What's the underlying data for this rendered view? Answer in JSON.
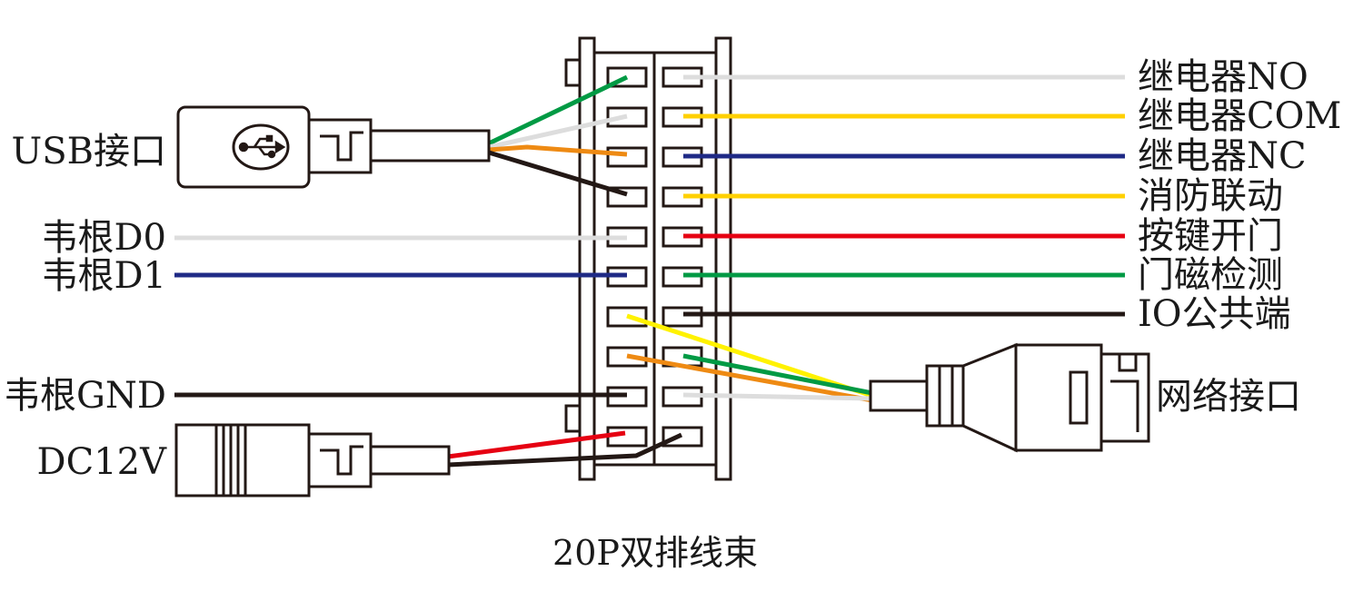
{
  "diagram": {
    "caption": "20P双排线束",
    "colors": {
      "green": "#009a44",
      "white": "#dddddd",
      "orange": "#ee8a13",
      "black": "#231815",
      "blue": "#1f2a86",
      "yellow": "#ffd000",
      "red": "#e60012",
      "yellow_bright": "#fff200"
    },
    "left_labels": {
      "usb": "USB接口",
      "d0": "韦根D0",
      "d1": "韦根D1",
      "gnd": "韦根GND",
      "dc": "DC12V"
    },
    "right_labels": {
      "relay_no": "继电器NO",
      "relay_com": "继电器COM",
      "relay_nc": "继电器NC",
      "fire_link": "消防联动",
      "button_open": "按键开门",
      "door_sensor": "门磁检测",
      "io_common": "IO公共端",
      "network": "网络接口"
    },
    "icons": {
      "usb": "usb-icon",
      "usb_connector": "usb-connector-icon",
      "dc_connector": "dc-barrel-connector-icon",
      "rj45_connector": "rj45-connector-icon",
      "harness": "harness-connector-icon"
    }
  }
}
